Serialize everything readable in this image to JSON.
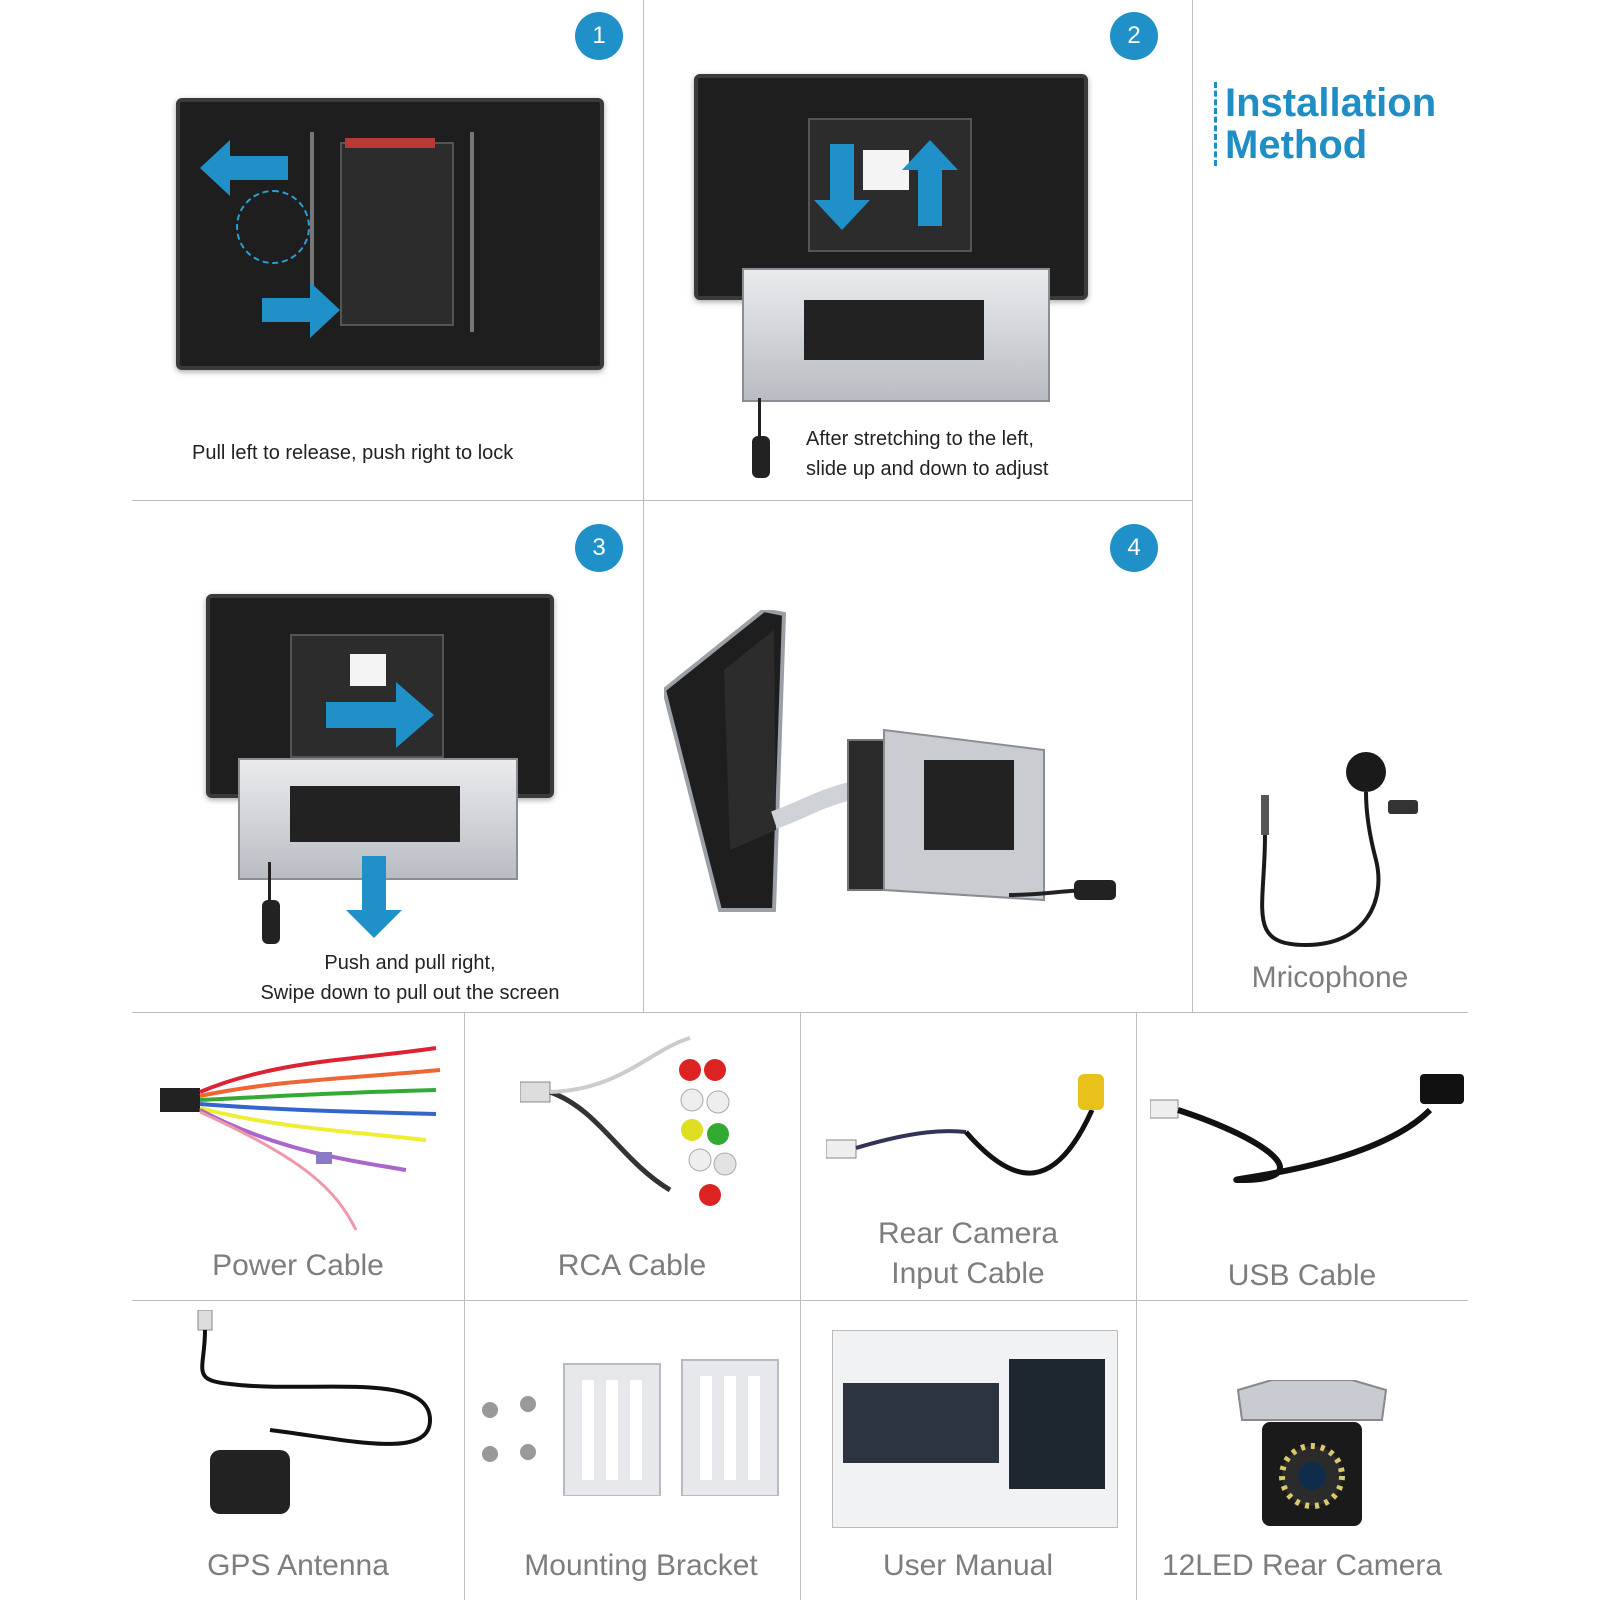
{
  "title": {
    "line1": "Installation",
    "line2": "Method"
  },
  "steps": [
    {
      "number": "1",
      "caption": "Pull left to release, push right to lock"
    },
    {
      "number": "2",
      "caption_line1": "After stretching to the left,",
      "caption_line2": "slide up and down to adjust"
    },
    {
      "number": "3",
      "caption_line1": "Push and pull right,",
      "caption_line2": "Swipe down to pull out the screen"
    },
    {
      "number": "4"
    }
  ],
  "accessories": {
    "microphone": "Mricophone",
    "power_cable": "Power Cable",
    "rca_cable": "RCA Cable",
    "rear_camera_input_line1": "Rear Camera",
    "rear_camera_input_line2": "Input Cable",
    "usb_cable": "USB Cable",
    "gps_antenna": "GPS Antenna",
    "mounting_bracket": "Mounting Bracket",
    "user_manual": "User Manual",
    "rear_camera": "12LED Rear Camera"
  },
  "colors": {
    "accent": "#1f90c8",
    "label_gray": "#7d7d7d",
    "divider": "#bdbdbd"
  }
}
